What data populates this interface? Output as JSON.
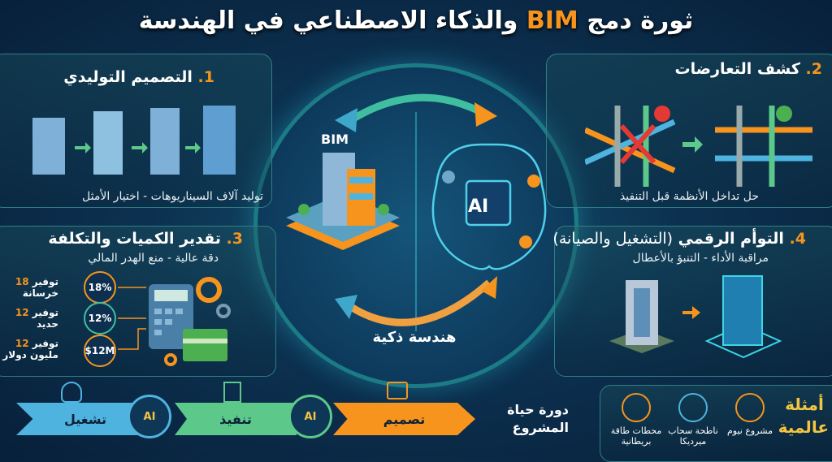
{
  "title": {
    "before": "ثورة دمج ",
    "accent": "BIM",
    "after": " والذكاء الاصطناعي في الهندسة"
  },
  "panels": [
    {
      "num": "1.",
      "title": "التصميم التوليدي",
      "subtitle": "توليد آلاف السيناريوهات - اختيار الأمثل"
    },
    {
      "num": "2.",
      "title": "كشف التعارضات",
      "subtitle": "حل تداخل الأنظمة قبل التنفيذ"
    },
    {
      "num": "3.",
      "title": "تقدير الكميات والتكلفة",
      "subtitle": "دقة عالية - منع الهدر المالي",
      "savings": [
        {
          "prefix": "توفير",
          "value": "18",
          "label": "خرسانة",
          "badge": "18%",
          "color": "#f7941d"
        },
        {
          "prefix": "توفير",
          "value": "12",
          "label": "حديد",
          "badge": "12%",
          "color": "#3fbf9f"
        },
        {
          "prefix": "توفير",
          "value": "12",
          "label": "مليون دولار",
          "badge": "$12M",
          "color": "#f7941d"
        }
      ]
    },
    {
      "num": "4.",
      "title": "التوأم الرقمي",
      "title_extra": "(التشغيل والصيانة)",
      "subtitle": "مراقبة الأداء - التنبؤ بالأعطال"
    }
  ],
  "center": {
    "bim_label": "BIM",
    "ai_label": "AI",
    "caption": "هندسة ذكية"
  },
  "lifecycle": {
    "title": "دورة حياة المشروع",
    "stages": [
      {
        "label": "تصميم",
        "color": "#f7941d"
      },
      {
        "label": "تنفيذ",
        "color": "#5cc98a"
      },
      {
        "label": "تشغيل",
        "color": "#4fb3e0"
      }
    ],
    "ai_badge": "AI"
  },
  "examples": {
    "title": "أمثلة عالمية",
    "items": [
      {
        "label": "مشروع نيوم",
        "color": "#f7941d"
      },
      {
        "label": "ناطحة سحاب ميرديكا",
        "color": "#4fb3e0"
      },
      {
        "label": "محطات طاقة بريطانية",
        "color": "#f7941d"
      }
    ]
  },
  "colors": {
    "accent": "#f7941d",
    "teal": "#2f7f86",
    "background": "#0c3150"
  }
}
